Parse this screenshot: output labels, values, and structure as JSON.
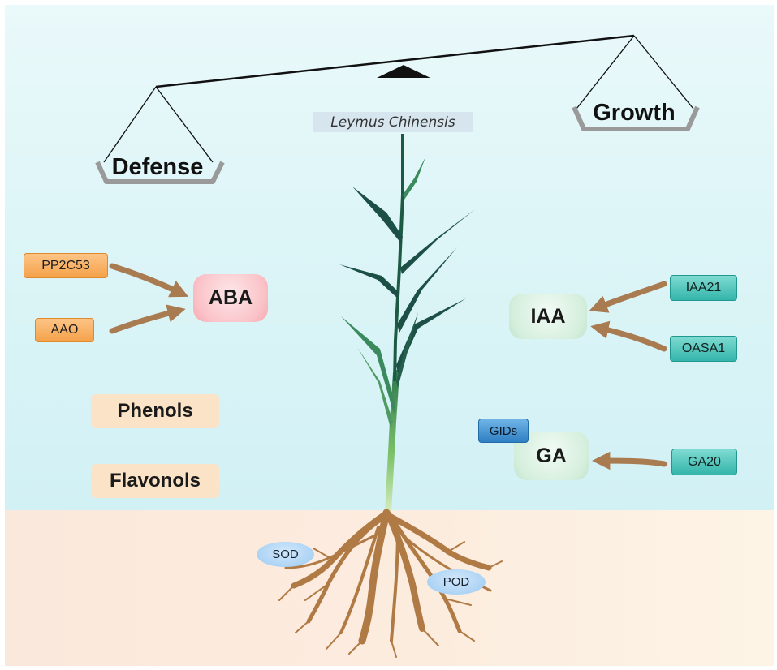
{
  "balance": {
    "left_pan_label": "Defense",
    "right_pan_label": "Growth"
  },
  "plant": {
    "species_label": "Leymus Chinensis"
  },
  "defense": {
    "regulators": [
      "PP2C53",
      "AAO"
    ],
    "hormone": "ABA",
    "compounds": [
      "Phenols",
      "Flavonols"
    ]
  },
  "growth": {
    "iaa_regulators": [
      "IAA21",
      "OASA1"
    ],
    "iaa_hormone": "IAA",
    "ga_hormone": "GA",
    "ga_receptor": "GIDs",
    "ga_regulator": "GA20"
  },
  "roots": {
    "enzymes": [
      "SOD",
      "POD"
    ]
  },
  "colors": {
    "arrow": "#a87b51",
    "leaf": "#1c4f45",
    "root": "#b07a45",
    "pan": "#9a9a9a"
  }
}
